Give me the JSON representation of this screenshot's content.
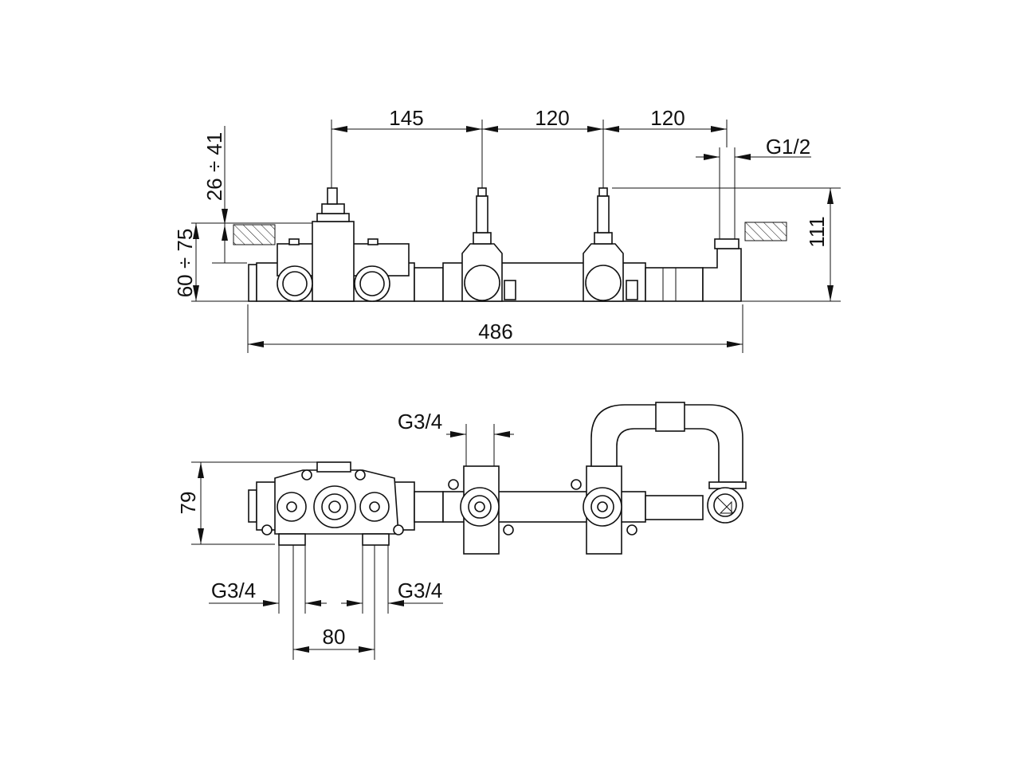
{
  "front_view": {
    "dims": {
      "d145": "145",
      "d120a": "120",
      "d120b": "120",
      "g12": "G1/2",
      "d111": "111",
      "d486": "486",
      "d2641": "26 ÷ 41",
      "d6075": "60 ÷ 75"
    }
  },
  "top_view": {
    "dims": {
      "g34_top": "G3/4",
      "d79": "79",
      "g34_left": "G3/4",
      "g34_right": "G3/4",
      "d80": "80"
    }
  },
  "colors": {
    "line": "#111111",
    "background": "#ffffff"
  }
}
